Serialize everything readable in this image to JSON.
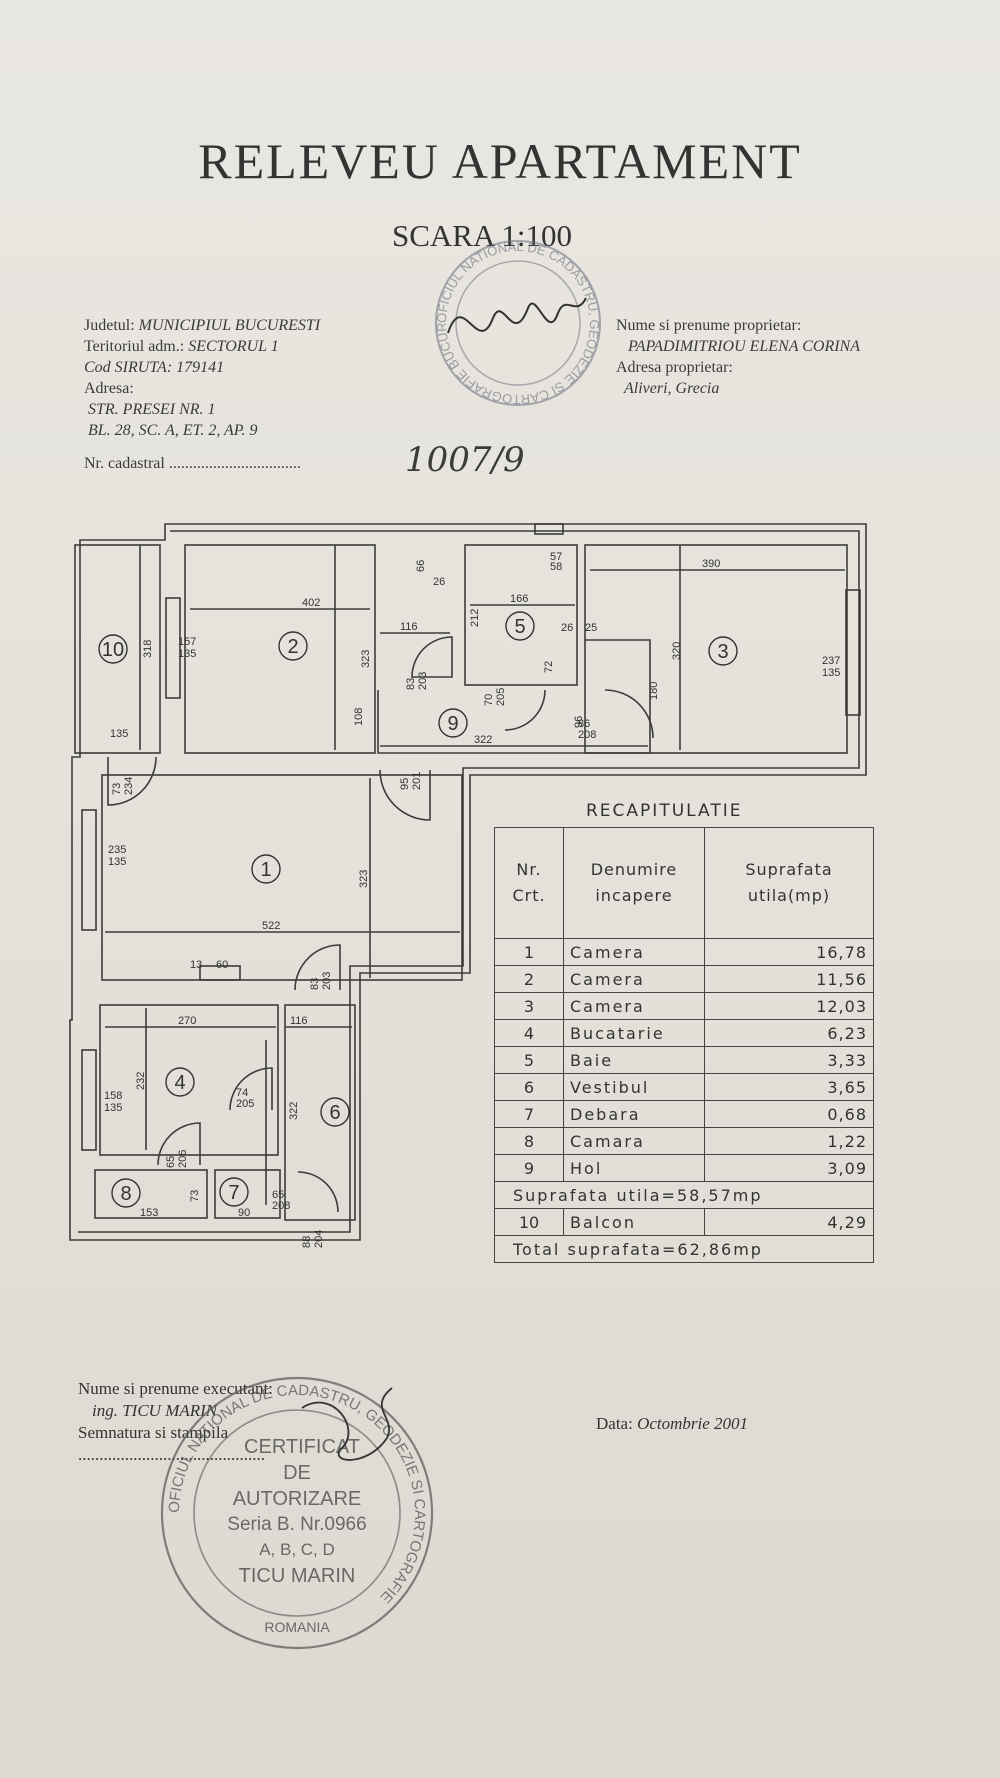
{
  "title": "RELEVEU APARTAMENT",
  "scale": "SCARA 1:100",
  "left_info": {
    "judet_label": "Judetul:",
    "judet_value": "MUNICIPIUL BUCURESTI",
    "teritoriu_label": "Teritoriul adm.:",
    "teritoriu_value": "SECTORUL 1",
    "siruta_label": "Cod SIRUTA:",
    "siruta_value": "179141",
    "adresa_label": "Adresa:",
    "adresa_line1": "STR. PRESEI NR. 1",
    "adresa_line2": "BL. 28, SC. A, ET. 2, AP. 9",
    "cadastral_label": "Nr. cadastral ................................."
  },
  "right_info": {
    "owner_label": "Nume si prenume proprietar:",
    "owner_value": "PAPADIMITRIOU ELENA CORINA",
    "address_label": "Adresa proprietar:",
    "address_value": "Aliveri, Grecia"
  },
  "handwritten_number": "1007/9",
  "plan": {
    "rooms": [
      "1",
      "2",
      "3",
      "4",
      "5",
      "6",
      "7",
      "8",
      "9",
      "10"
    ],
    "dims": {
      "d402": "402",
      "d390": "390",
      "d166": "166",
      "d116a": "116",
      "d116b": "116",
      "d322a": "322",
      "d322b": "322",
      "d323a": "323",
      "d323b": "323",
      "d320": "320",
      "d318": "318",
      "d135": "135",
      "d522": "522",
      "d270": "270",
      "d232": "232",
      "d153": "153",
      "d90": "90",
      "d60": "60",
      "d13": "13",
      "d108": "108",
      "d212": "212",
      "d72": "72",
      "d180": "180",
      "d96": "96",
      "d26a": "26",
      "d26b": "26",
      "d25": "25",
      "d57": "57",
      "d58": "58",
      "d66": "66",
      "w157": "157",
      "w157b": "135",
      "w237": "237",
      "w237b": "135",
      "w235": "235",
      "w235b": "135",
      "w158": "158",
      "w158b": "135",
      "dr73": "73",
      "dr234": "234",
      "dr95": "95",
      "dr201": "201",
      "dr83a": "83",
      "dr203a": "203",
      "dr70": "70",
      "dr205": "205",
      "dr86": "86",
      "dr208": "208",
      "dr83b": "83",
      "dr203b": "203",
      "dr74": "74",
      "dr205b": "205",
      "dr65a": "65",
      "dr206": "206",
      "dr65b": "65",
      "dr208b": "208",
      "dr73b": "73",
      "dr88": "88",
      "dr204": "204"
    }
  },
  "recap": {
    "title": "RECAPITULATIE",
    "header": {
      "nr": "Nr.",
      "crt": "Crt.",
      "den1": "Denumire",
      "den2": "incapere",
      "sup1": "Suprafata",
      "sup2": "utila(mp)"
    },
    "rows": [
      {
        "nr": "1",
        "name": "Camera",
        "area": "16,78"
      },
      {
        "nr": "2",
        "name": "Camera",
        "area": "11,56"
      },
      {
        "nr": "3",
        "name": "Camera",
        "area": "12,03"
      },
      {
        "nr": "4",
        "name": "Bucatarie",
        "area": "6,23"
      },
      {
        "nr": "5",
        "name": "Baie",
        "area": "3,33"
      },
      {
        "nr": "6",
        "name": "Vestibul",
        "area": "3,65"
      },
      {
        "nr": "7",
        "name": "Debara",
        "area": "0,68"
      },
      {
        "nr": "8",
        "name": "Camara",
        "area": "1,22"
      },
      {
        "nr": "9",
        "name": "Hol",
        "area": "3,09"
      }
    ],
    "useful_total": "Suprafata utila=58,57mp",
    "balcony": {
      "nr": "10",
      "name": "Balcon",
      "area": "4,29"
    },
    "total": "Total suprafata=62,86mp"
  },
  "footer": {
    "executant_label": "Nume si prenume executant:",
    "executant_value": "ing. TICU MARIN",
    "signature_label": "Semnatura si stampila",
    "dots": "............................................",
    "date_label": "Data:",
    "date_value": "Octombrie 2001"
  },
  "stamp_top": {
    "ring": "OFICIUL NATIONAL DE CADASTRU, GEODEZIE SI CARTOGRAFIE BUCURESTI"
  },
  "stamp_bottom": {
    "line1": "CERTIFICAT",
    "line2": "DE",
    "line3": "AUTORIZARE",
    "line4": "Seria B. Nr.0966",
    "line5": "A, B, C, D",
    "line6": "TICU MARIN",
    "ring": "OFICIUL NATIONAL DE CADASTRU, GEODEZIE SI CARTOGRAFIE",
    "country": "ROMANIA"
  }
}
